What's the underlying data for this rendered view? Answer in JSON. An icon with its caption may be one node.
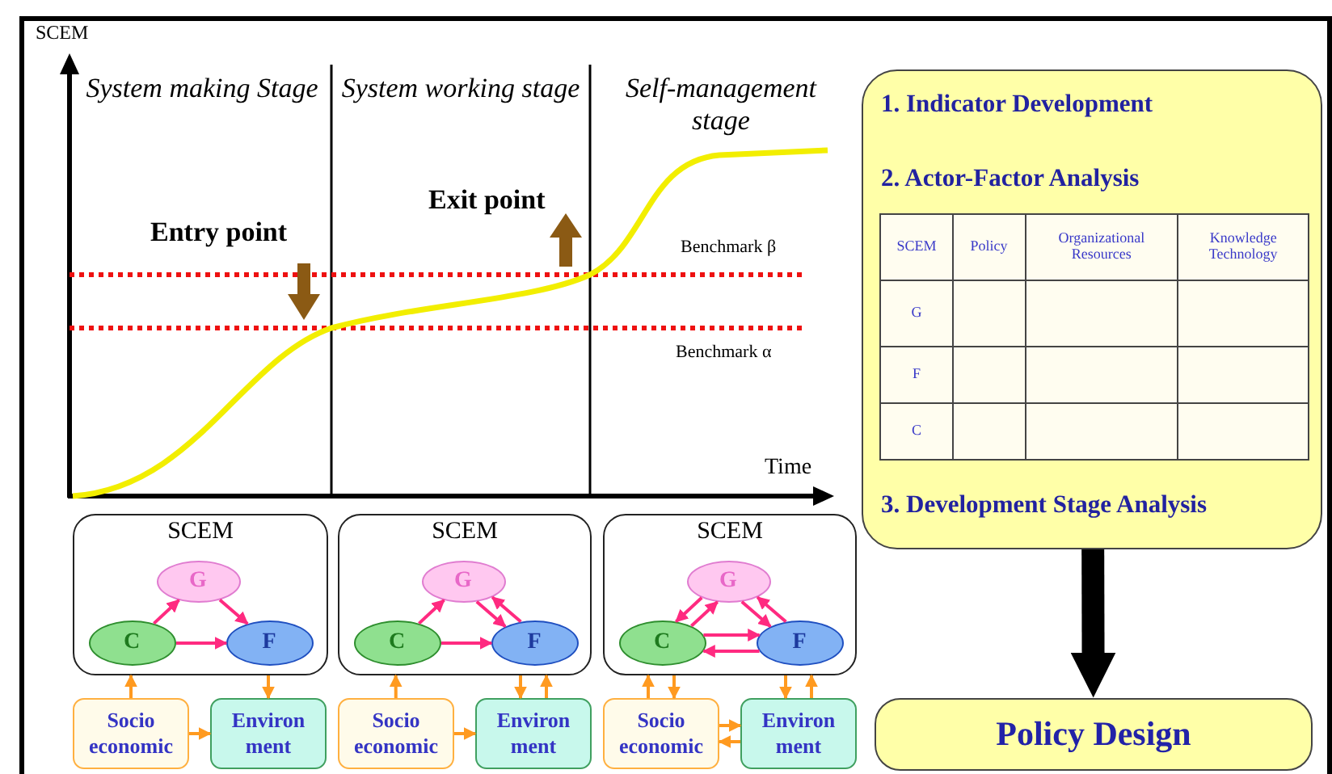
{
  "diagram": {
    "nodes": [
      {
        "text": [
          "SCEM"
        ]
      },
      {
        "text": [
          "G"
        ],
        "in": 0
      },
      {
        "text": [
          "C"
        ],
        "in": 0
      },
      {
        "text": [
          "F"
        ],
        "in": 0
      },
      {
        "text": [
          "Socio economic"
        ]
      },
      {
        "text": [
          "Environ ment"
        ]
      },
      {
        "text": [
          "SCEM"
        ]
      },
      {
        "text": [
          "G"
        ],
        "in": 6
      },
      {
        "text": [
          "C"
        ],
        "in": 6
      },
      {
        "text": [
          "F"
        ],
        "in": 6
      },
      {
        "text": [
          "Socio economic"
        ]
      },
      {
        "text": [
          "Environ ment"
        ]
      },
      {
        "text": [
          "SCEM"
        ]
      },
      {
        "text": [
          "G"
        ],
        "in": 12
      },
      {
        "text": [
          "C"
        ],
        "in": 12
      },
      {
        "text": [
          "F"
        ],
        "in": 12
      },
      {
        "text": [
          "Socio economic"
        ]
      },
      {
        "text": [
          "Environ ment"
        ]
      },
      {
        "text": [
          "1. Indicator Development",
          "2. Actor-Factor Analysis",
          "3. Development Stage Analysis"
        ]
      },
      {
        "text": [
          "Policy Design"
        ]
      }
    ],
    "edges": [
      {
        "from": 2,
        "to": 1,
        "arrow": "to",
        "color": "#ff2a80"
      },
      {
        "from": 1,
        "to": 3,
        "arrow": "to",
        "color": "#ff2a80"
      },
      {
        "from": 2,
        "to": 3,
        "arrow": "to",
        "color": "#ff2a80"
      },
      {
        "from": 4,
        "to": 0,
        "arrow": "to",
        "color": "#ff9a20"
      },
      {
        "from": 0,
        "to": 5,
        "arrow": "to",
        "color": "#ff9a20"
      },
      {
        "from": 4,
        "to": 5,
        "arrow": "to",
        "color": "#ff9a20"
      },
      {
        "from": 8,
        "to": 7,
        "arrow": "to",
        "color": "#ff2a80"
      },
      {
        "from": 7,
        "to": 9,
        "arrow": "to",
        "color": "#ff2a80"
      },
      {
        "from": 9,
        "to": 7,
        "arrow": "to",
        "color": "#ff2a80"
      },
      {
        "from": 8,
        "to": 9,
        "arrow": "to",
        "color": "#ff2a80"
      },
      {
        "from": 10,
        "to": 6,
        "arrow": "to",
        "color": "#ff9a20"
      },
      {
        "from": 6,
        "to": 11,
        "arrow": "to",
        "color": "#ff9a20"
      },
      {
        "from": 11,
        "to": 6,
        "arrow": "to",
        "color": "#ff9a20"
      },
      {
        "from": 10,
        "to": 11,
        "arrow": "to",
        "color": "#ff9a20"
      },
      {
        "from": 13,
        "to": 14,
        "arrow": "to",
        "color": "#ff2a80"
      },
      {
        "from": 14,
        "to": 13,
        "arrow": "to",
        "color": "#ff2a80"
      },
      {
        "from": 13,
        "to": 15,
        "arrow": "to",
        "color": "#ff2a80"
      },
      {
        "from": 15,
        "to": 13,
        "arrow": "to",
        "color": "#ff2a80"
      },
      {
        "from": 14,
        "to": 15,
        "arrow": "to",
        "color": "#ff2a80"
      },
      {
        "from": 15,
        "to": 14,
        "arrow": "to",
        "color": "#ff2a80"
      },
      {
        "from": 16,
        "to": 12,
        "arrow": "to",
        "color": "#ff9a20"
      },
      {
        "from": 12,
        "to": 16,
        "arrow": "to",
        "color": "#ff9a20"
      },
      {
        "from": 12,
        "to": 17,
        "arrow": "to",
        "color": "#ff9a20"
      },
      {
        "from": 17,
        "to": 12,
        "arrow": "to",
        "color": "#ff9a20"
      },
      {
        "from": 16,
        "to": 17,
        "arrow": "to",
        "color": "#ff9a20"
      },
      {
        "from": 17,
        "to": 16,
        "arrow": "to",
        "color": "#ff9a20"
      },
      {
        "from": 18,
        "to": 19,
        "arrow": "to",
        "style": "thick",
        "color": "#000000"
      }
    ],
    "labels": [
      "SCEM",
      "System making Stage",
      "System working stage",
      "Self-management stage",
      "Exit point",
      "Entry point",
      "Benchmark β",
      "Benchmark α",
      "Time",
      "SCEM",
      "Policy",
      "Organizational Resources",
      "Knowledge Technology",
      "G",
      "F",
      "C"
    ]
  }
}
